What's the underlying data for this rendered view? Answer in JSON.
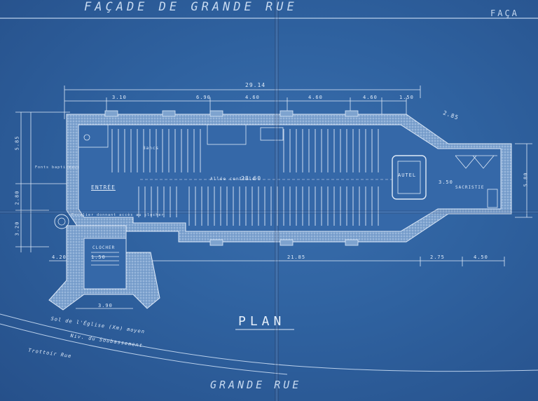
{
  "sheet": {
    "header_text": "FAÇADE DE GRANDE RUE",
    "header_text_right": "FAÇA",
    "plan_title": "PLAN",
    "street_name": "GRANDE RUE",
    "notes": [
      "Sol de l'Église (Xm) moyen",
      "Niv. du Soubassement",
      "Trottoir Rue"
    ]
  },
  "rooms": {
    "altar": "AUTEL",
    "nave_left": "Bancs",
    "nave_center": "Allée centrale",
    "entry": "ENTRÉE",
    "sacristy": "SACRISTIE",
    "tower": "CLOCHER",
    "font_note": "Escalier donnant accès au clocher",
    "baptistery": "Fonts baptismaux"
  },
  "dimensions": {
    "overall": "29.14",
    "top_segments": [
      "3.10",
      "6.90",
      "4.60",
      "4.60",
      "4.60",
      "1.50"
    ],
    "chevet": "2.85",
    "interior": "28.60",
    "apse_depth": "3.50",
    "bottom_segments": [
      "4.20",
      "1.50",
      "21.85",
      "2.75",
      "4.50"
    ],
    "tower_width": "3.90",
    "left_side": [
      "5.85",
      "2.80",
      "3.20"
    ],
    "right_side": [
      "5.80"
    ]
  },
  "colors": {
    "paper": "#2f62a0",
    "ink": "#dfeaf8",
    "wall": "#8fb0d6"
  }
}
